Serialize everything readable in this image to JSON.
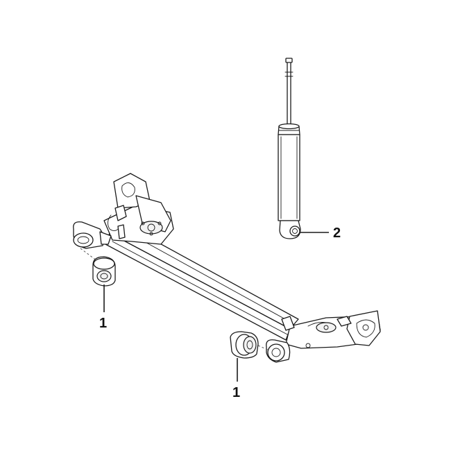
{
  "callouts": {
    "bushing_front_left": "1",
    "bushing_rear_right": "1",
    "shock_absorber": "2"
  }
}
